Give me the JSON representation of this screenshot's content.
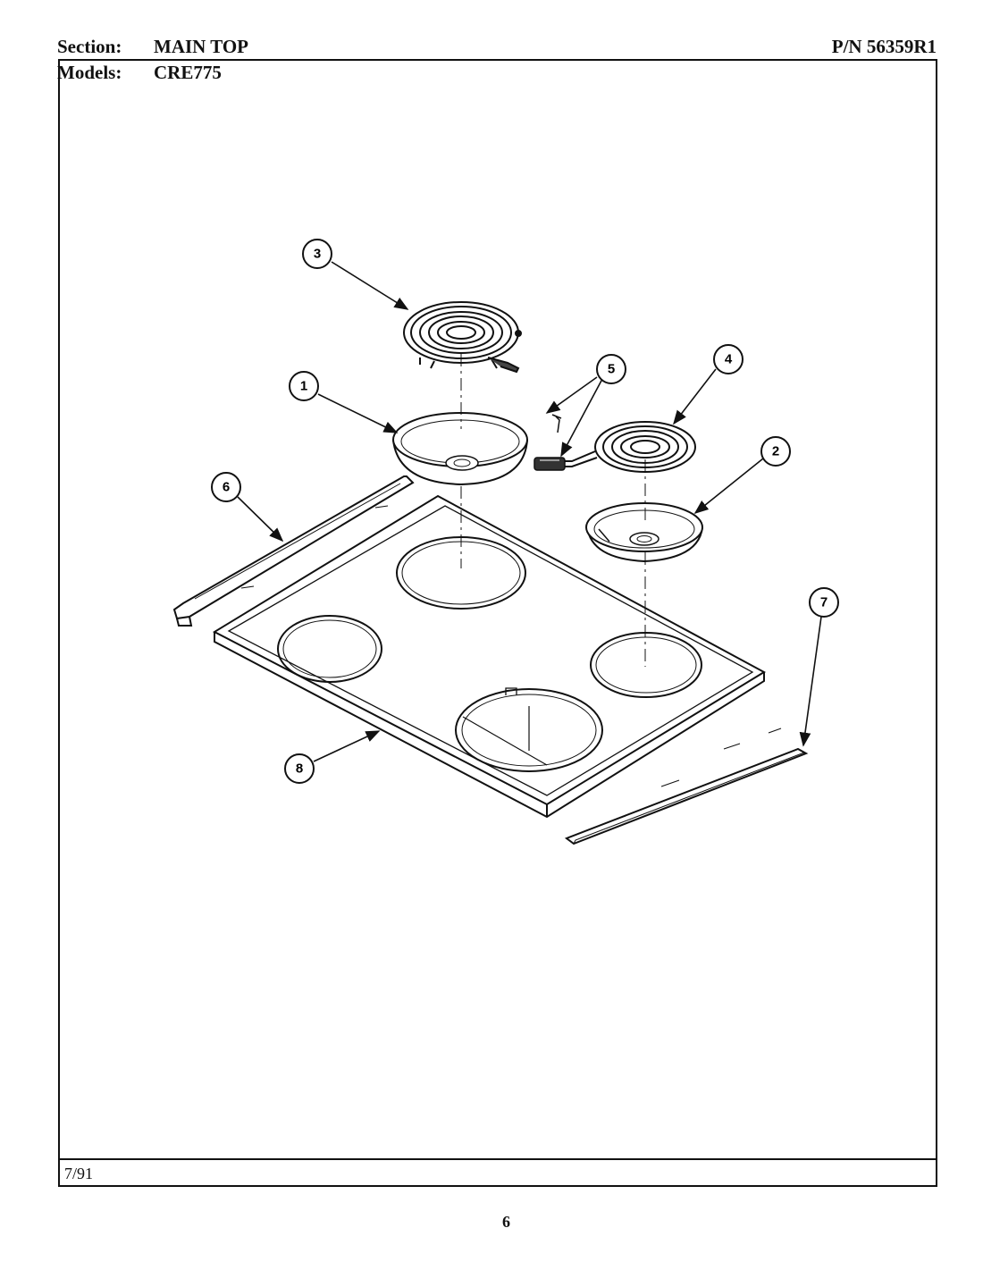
{
  "header": {
    "section_label": "Section:",
    "section_value": "MAIN TOP",
    "models_label": "Models:",
    "models_value": "CRE775",
    "part_number": "P/N 56359R1"
  },
  "footer": {
    "date": "7/91",
    "page_number": "6"
  },
  "callouts": [
    "1",
    "2",
    "3",
    "4",
    "5",
    "6",
    "7",
    "8"
  ]
}
